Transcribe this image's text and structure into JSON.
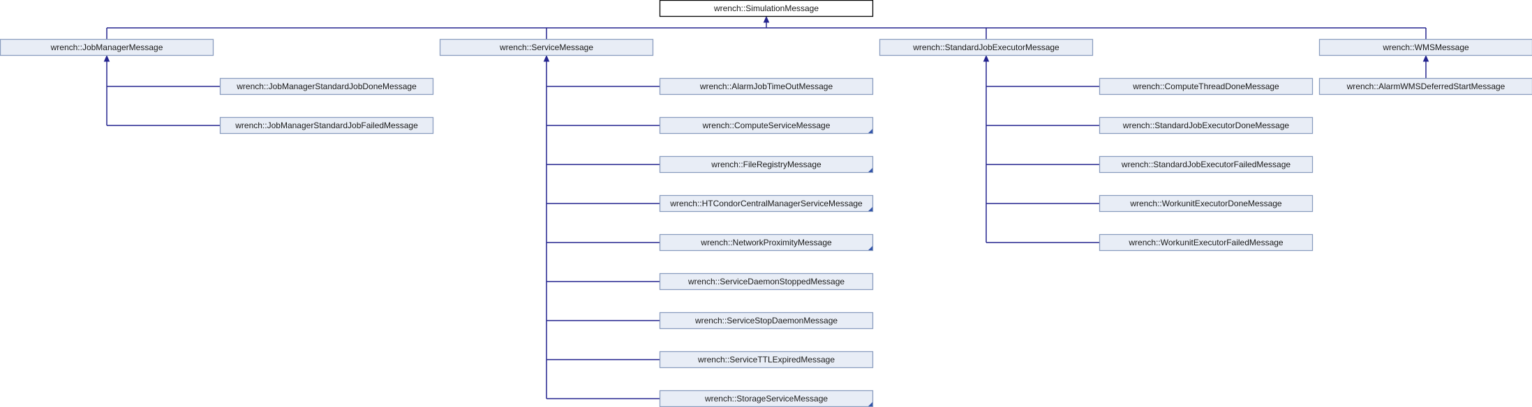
{
  "diagram": {
    "root": {
      "id": "sim",
      "label": "wrench::SimulationMessage"
    },
    "groups": [
      {
        "parent": {
          "id": "jm",
          "label": "wrench::JobManagerMessage"
        },
        "children": [
          {
            "id": "jm1",
            "label": "wrench::JobManagerStandardJobDoneMessage",
            "has_children": false
          },
          {
            "id": "jm2",
            "label": "wrench::JobManagerStandardJobFailedMessage",
            "has_children": false
          }
        ]
      },
      {
        "parent": {
          "id": "svc",
          "label": "wrench::ServiceMessage"
        },
        "children": [
          {
            "id": "svc1",
            "label": "wrench::AlarmJobTimeOutMessage",
            "has_children": false
          },
          {
            "id": "svc2",
            "label": "wrench::ComputeServiceMessage",
            "has_children": true
          },
          {
            "id": "svc3",
            "label": "wrench::FileRegistryMessage",
            "has_children": true
          },
          {
            "id": "svc4",
            "label": "wrench::HTCondorCentralManagerServiceMessage",
            "has_children": true
          },
          {
            "id": "svc5",
            "label": "wrench::NetworkProximityMessage",
            "has_children": true
          },
          {
            "id": "svc6",
            "label": "wrench::ServiceDaemonStoppedMessage",
            "has_children": false
          },
          {
            "id": "svc7",
            "label": "wrench::ServiceStopDaemonMessage",
            "has_children": false
          },
          {
            "id": "svc8",
            "label": "wrench::ServiceTTLExpiredMessage",
            "has_children": false
          },
          {
            "id": "svc9",
            "label": "wrench::StorageServiceMessage",
            "has_children": true
          }
        ]
      },
      {
        "parent": {
          "id": "sje",
          "label": "wrench::StandardJobExecutorMessage"
        },
        "children": [
          {
            "id": "sje1",
            "label": "wrench::ComputeThreadDoneMessage",
            "has_children": false
          },
          {
            "id": "sje2",
            "label": "wrench::StandardJobExecutorDoneMessage",
            "has_children": false
          },
          {
            "id": "sje3",
            "label": "wrench::StandardJobExecutorFailedMessage",
            "has_children": false
          },
          {
            "id": "sje4",
            "label": "wrench::WorkunitExecutorDoneMessage",
            "has_children": false
          },
          {
            "id": "sje5",
            "label": "wrench::WorkunitExecutorFailedMessage",
            "has_children": false
          }
        ]
      },
      {
        "parent": {
          "id": "wms",
          "label": "wrench::WMSMessage"
        },
        "children": [
          {
            "id": "wms1",
            "label": "wrench::AlarmWMSDeferredStartMessage",
            "has_children": false
          }
        ]
      }
    ]
  },
  "colors": {
    "node_fill": "#e8edf6",
    "node_border": "#8a9dbf",
    "root_border": "#000000",
    "edge": "#25258f",
    "text": "#1a1a1a"
  }
}
